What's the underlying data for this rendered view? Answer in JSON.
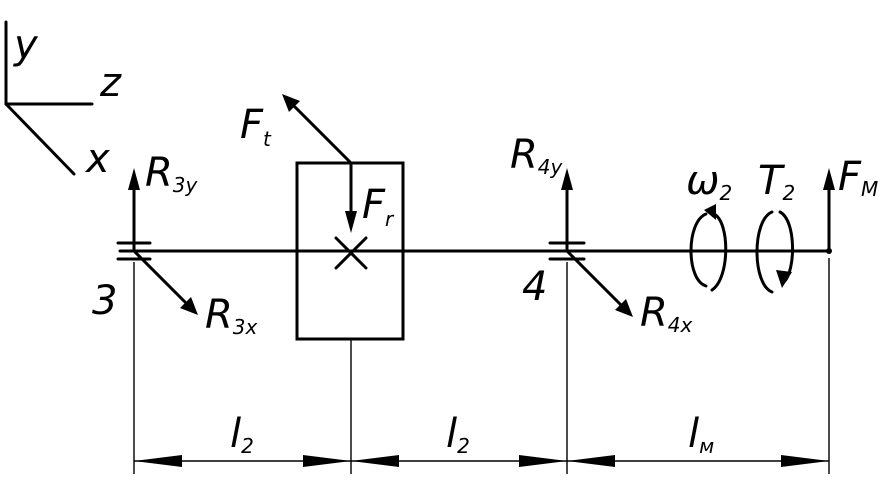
{
  "axes": {
    "y": "y",
    "z": "z",
    "x": "x"
  },
  "supports": {
    "left": "3",
    "right": "4"
  },
  "forces": {
    "f_t": {
      "main": "F",
      "sub": "t"
    },
    "f_r": {
      "main": "F",
      "sub": "r"
    },
    "r3y": {
      "main": "R",
      "sub": "3y"
    },
    "r3x": {
      "main": "R",
      "sub": "3x"
    },
    "r4y": {
      "main": "R",
      "sub": "4y"
    },
    "r4x": {
      "main": "R",
      "sub": "4x"
    },
    "f_m": {
      "main": "F",
      "sub": "M"
    }
  },
  "rotation": {
    "omega": {
      "main": "ω",
      "sub": "2"
    },
    "torque": {
      "main": "T",
      "sub": "2"
    }
  },
  "dimensions": {
    "d1": {
      "main": "l",
      "sub": "2"
    },
    "d2": {
      "main": "l",
      "sub": "2"
    },
    "d3": {
      "main": "l",
      "sub": "м"
    }
  }
}
